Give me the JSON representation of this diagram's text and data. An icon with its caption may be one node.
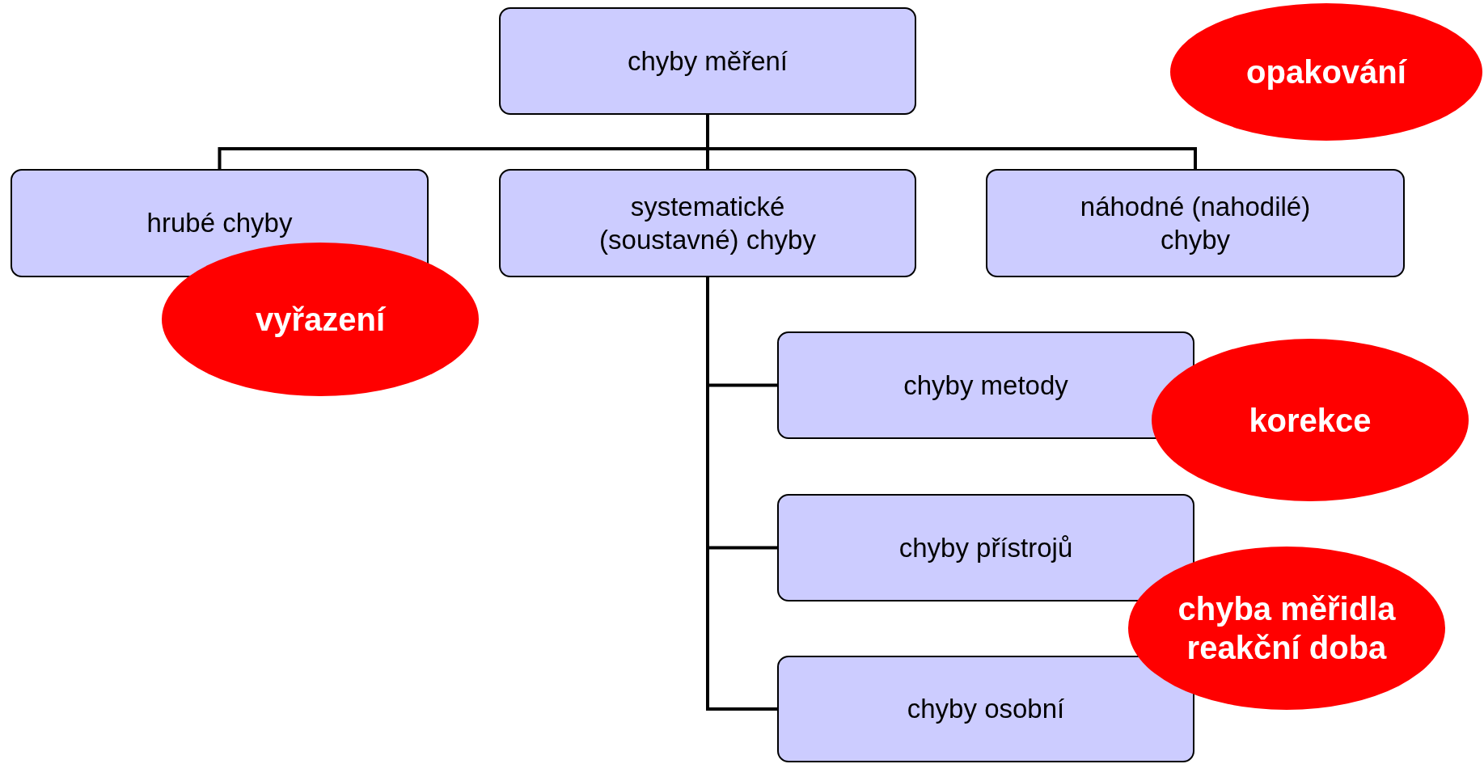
{
  "diagram": {
    "nodes": [
      {
        "text": [
          "chyby měření"
        ]
      },
      {
        "text": [
          "hrubé chyby"
        ]
      },
      {
        "text": [
          "systematické (soustavné) chyby"
        ]
      },
      {
        "text": [
          "náhodné (nahodilé) chyby"
        ]
      },
      {
        "text": [
          "chyby metody"
        ]
      },
      {
        "text": [
          "chyby přístrojů"
        ]
      },
      {
        "text": [
          "chyby osobní"
        ]
      },
      {
        "text": [
          "opakování"
        ]
      },
      {
        "text": [
          "vyřazení"
        ]
      },
      {
        "text": [
          "korekce"
        ]
      },
      {
        "text": [
          "chyba měřidla",
          "reakční doba"
        ]
      }
    ],
    "edges": [
      {
        "from": 0,
        "to": 1,
        "arrow": "none"
      },
      {
        "from": 0,
        "to": 2,
        "arrow": "none"
      },
      {
        "from": 0,
        "to": 3,
        "arrow": "none"
      },
      {
        "from": 2,
        "to": 4,
        "arrow": "none"
      },
      {
        "from": 2,
        "to": 5,
        "arrow": "none"
      },
      {
        "from": 2,
        "to": 6,
        "arrow": "none"
      }
    ]
  }
}
